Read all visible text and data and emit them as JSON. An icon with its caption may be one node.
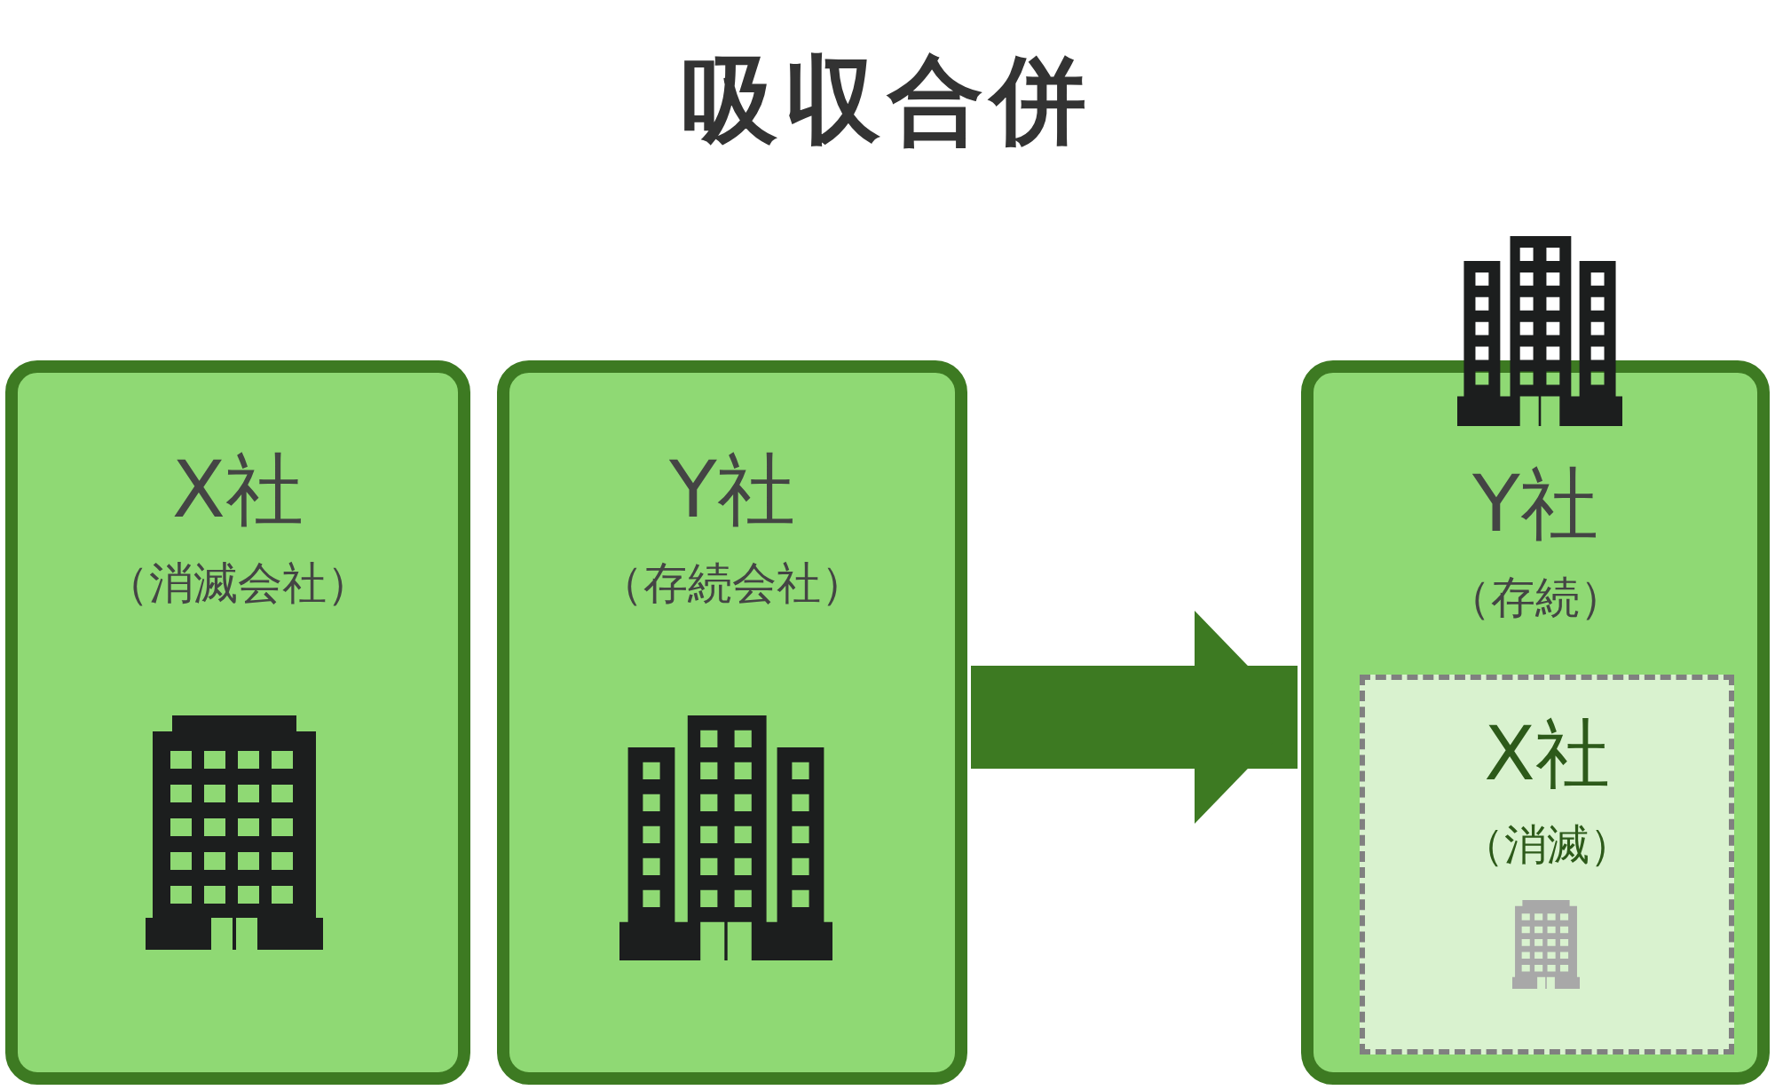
{
  "diagram": {
    "title": "吸収合併",
    "nodes": [
      {
        "text": [
          "X社",
          "（消滅会社）"
        ]
      },
      {
        "text": [
          "Y社",
          "（存続会社）"
        ]
      },
      {
        "text": [
          "Y社",
          "（存続）"
        ]
      },
      {
        "text": [
          "X社",
          "（消滅）"
        ],
        "in": 2
      }
    ],
    "edges": [
      {
        "from": 1,
        "to": 2,
        "arrow": "to"
      }
    ]
  }
}
